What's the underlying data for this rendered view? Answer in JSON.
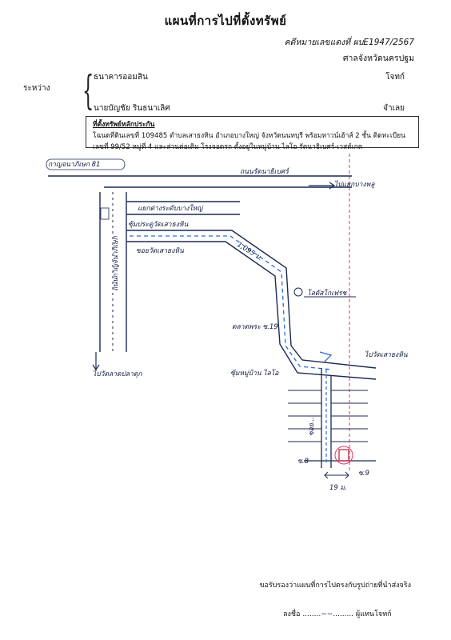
{
  "title": "แผนที่การไปที่ตั้งทรัพย์",
  "case_number": "คดีหมายเลขแดงที่ ผบE1947/2567",
  "court": "ศาลจังหวัดนครปฐม",
  "between_label": "ระหว่าง",
  "plaintiff": "ธนาคารออมสิน",
  "plaintiff_role": "โจทก์",
  "defendant": "นายบัญชัย รินธนาเลิศ",
  "defendant_role": "จำเลย",
  "property": {
    "heading": "ที่ตั้งทรัพย์หลักประกัน",
    "line1": "โฉนดที่ดินเลขที่ 109485 ตำบลเสาธงหิน อำเภอบางใหญ่ จังหวัดนนทบุรี พร้อมทาวน์เฮ้าส์ 2 ชั้น ติดทะเบียน",
    "line2": "เลขที่ 99/52 หมู่ที่ 4 และส่วนต่อเติม โรงจอดรถ ตั้งอยู่ในหมู่บ้าน ไลโอ รัตนาธิเบศร์-เวสต์เกต"
  },
  "map": {
    "road_main": "กาญจนาภิเษก 81",
    "road_main_side": "ถนนกาญจนาภิเษก",
    "road_top": "ถนนรัตนาธิเบศร์",
    "to_top_right": "ไปแยกบางพลู",
    "intersection": "แยกต่างระดับบางใหญ่",
    "gate": "ซุ้มประตูวัดเสาธงหิน",
    "soi": "ซอยวัดเสาธงหิน",
    "distance_1": "1,095 ม.",
    "landmark": "โลตัสโกเฟรช",
    "alley": "ตลาดพระ ซ.19",
    "to_wat_left": "ไปวัดลาดปลาดุก",
    "to_wat_right": "ไปวัดเสาธงหิน",
    "village_entrance": "ซุ้มหมู่บ้าน ไลโอ",
    "road_right": "ซอย...",
    "soi_label_left": "ซ.8",
    "soi_label_right": "ซ.9",
    "distance_2": "19 ม."
  },
  "footer_certify": "ขอรับรองว่าแผนที่การไปตรงกับรูปถ่ายที่นำส่งจริง",
  "sign_label": "ลงชื่อ",
  "signer_role": "ผู้แทนโจทก์"
}
